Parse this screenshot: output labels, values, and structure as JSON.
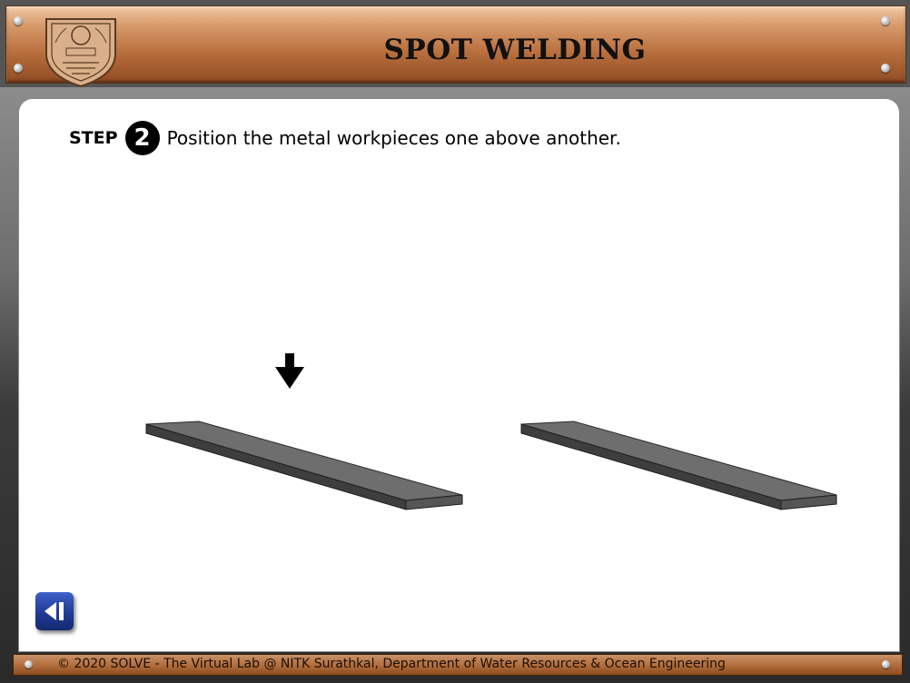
{
  "header": {
    "title": "SPOT WELDING",
    "logo_icon": "nitk-emblem-icon"
  },
  "step": {
    "label": "STEP",
    "number": "2",
    "instruction": "Position the metal workpieces one above another."
  },
  "scene": {
    "pointer_icon": "down-arrow-icon",
    "workpieces": [
      "left-workpiece",
      "right-workpiece"
    ],
    "plate_color": "#6b6b6b"
  },
  "navigation": {
    "back_icon": "previous-step-icon"
  },
  "footer": {
    "copyright": "© 2020 SOLVE - The Virtual Lab @ NITK Surathkal, Department of Water Resources & Ocean Engineering"
  },
  "colors": {
    "header_copper": "#b96f3e",
    "button_blue": "#1f3b96"
  }
}
